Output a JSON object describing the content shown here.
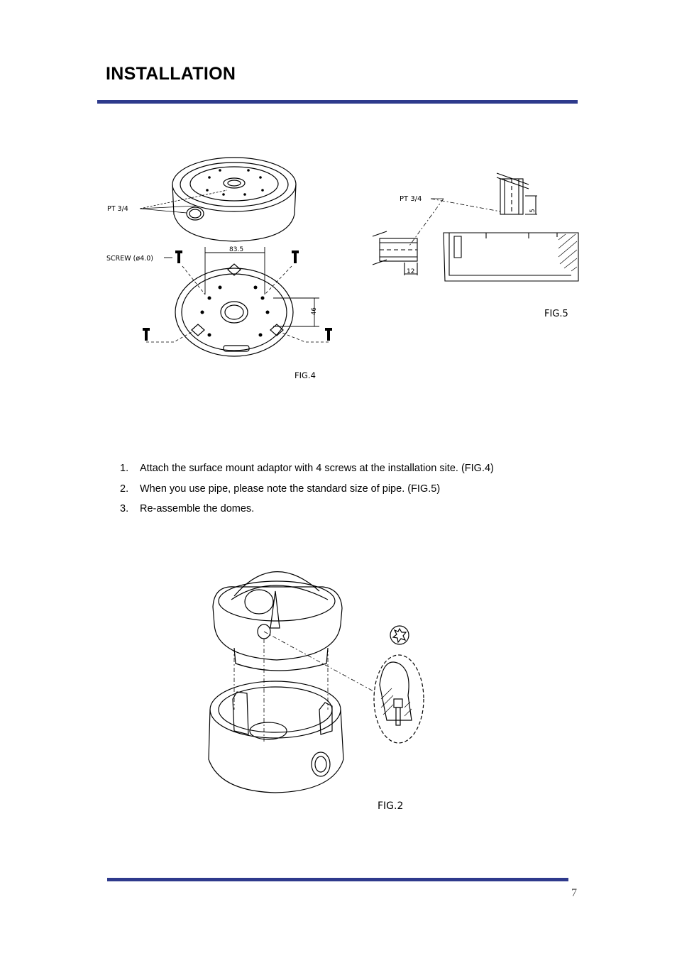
{
  "page": {
    "title": "INSTALLATION",
    "page_number": "7"
  },
  "fig4": {
    "caption": "FIG.4",
    "label_pipe": "PT 3/4",
    "label_screw": "SCREW (ø4.0)",
    "dim_width": "83.5",
    "dim_height": "46"
  },
  "fig5": {
    "caption": "FIG.5",
    "label_pipe": "PT 3/4",
    "dim_a": "5",
    "dim_b": "12"
  },
  "fig2": {
    "caption": "FIG.2"
  },
  "steps": [
    {
      "num": "1.",
      "text": "Attach the surface mount adaptor with 4 screws at the installation site. (FIG.4)"
    },
    {
      "num": "2.",
      "text": "When you use pipe, please note the standard size of pipe. (FIG.5)"
    },
    {
      "num": "3.",
      "text": "Re-assemble the domes."
    }
  ]
}
